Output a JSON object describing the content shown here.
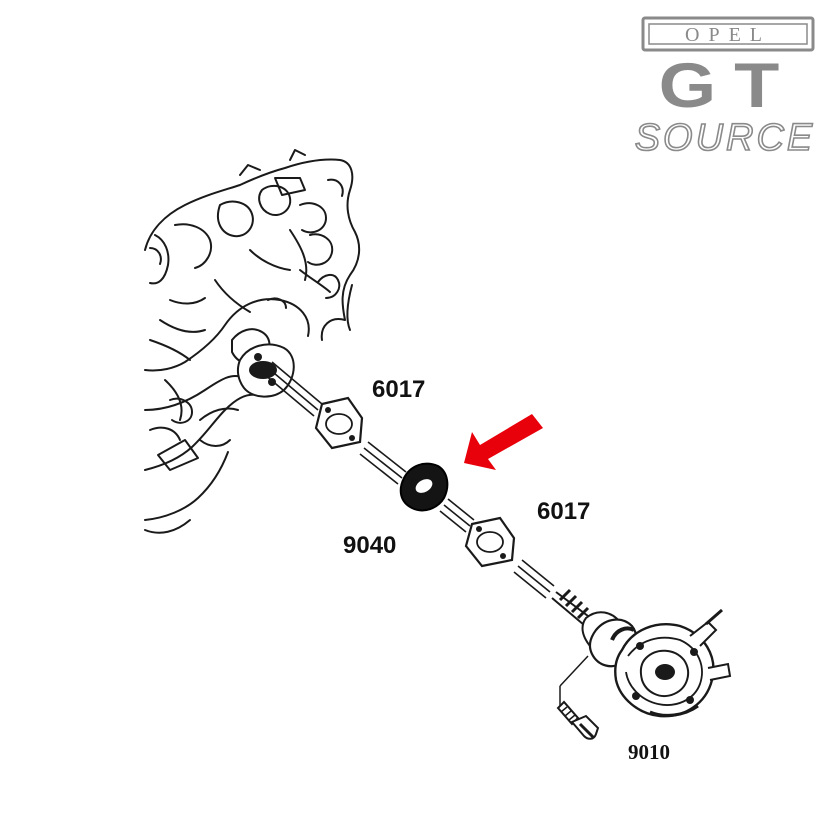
{
  "logo": {
    "brand": "OPEL",
    "model": "GT",
    "word": "SOURCE"
  },
  "parts": {
    "gasket_upper": "6017",
    "spacer": "9040",
    "gasket_lower": "6017",
    "fuel_pump": "9010"
  },
  "colors": {
    "arrow": "#e8000b",
    "logo_gray": "#8a8a8a",
    "ink": "#1a1a1a"
  }
}
